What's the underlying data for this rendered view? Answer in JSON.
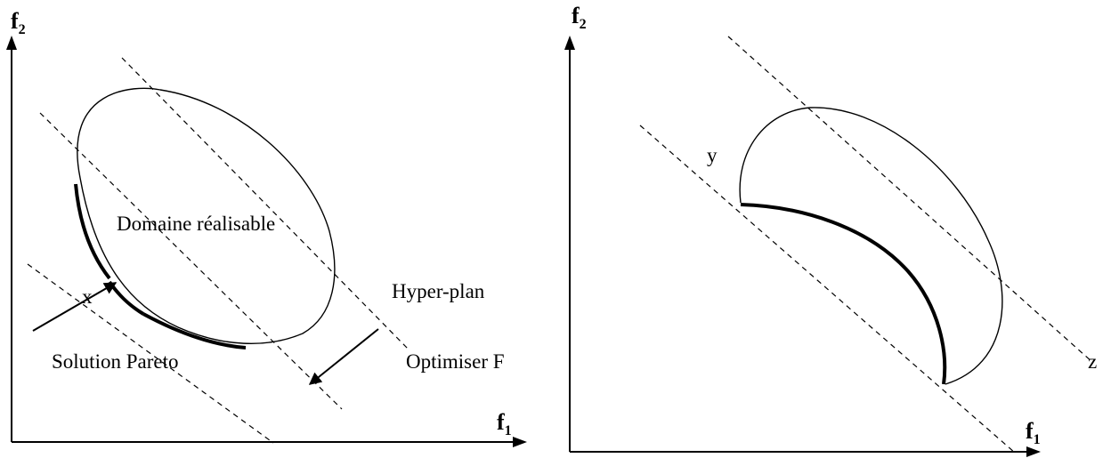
{
  "left_diagram": {
    "y_axis_label": "f",
    "y_axis_sub": "2",
    "x_axis_label": "f",
    "x_axis_sub": "1",
    "feasible_domain_label": "Domaine réalisable",
    "point_label": "x",
    "hyperplane_label": "Hyper-plan",
    "pareto_label": "Solution Pareto",
    "optimize_label": "Optimiser F"
  },
  "right_diagram": {
    "y_axis_label": "f",
    "y_axis_sub": "2",
    "x_axis_label": "f",
    "x_axis_sub": "1",
    "point_y_label": "y",
    "point_z_label": "z"
  }
}
